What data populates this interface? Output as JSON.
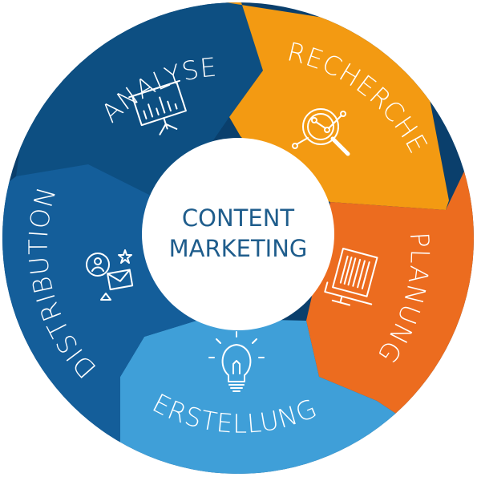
{
  "center": {
    "line1": "CONTENT",
    "line2": "MARKETING"
  },
  "segments": [
    {
      "label": "ANALYSE",
      "icon": "presentation-chart-icon"
    },
    {
      "label": "RECHERCHE",
      "icon": "magnifier-network-icon"
    },
    {
      "label": "PLANUNG",
      "icon": "document-monitor-icon"
    },
    {
      "label": "ERSTELLUNG",
      "icon": "lightbulb-icon"
    },
    {
      "label": "DISTRIBUTION",
      "icon": "share-envelope-icon"
    }
  ],
  "colors": {
    "analyse": "#0d4f82",
    "recherche": "#f39a12",
    "planung": "#ec6c1f",
    "erstellung": "#3f9fd8",
    "distribution": "#145e9a",
    "outer_ring": "#0a3f6c",
    "center_text": "#1f5d8c"
  }
}
